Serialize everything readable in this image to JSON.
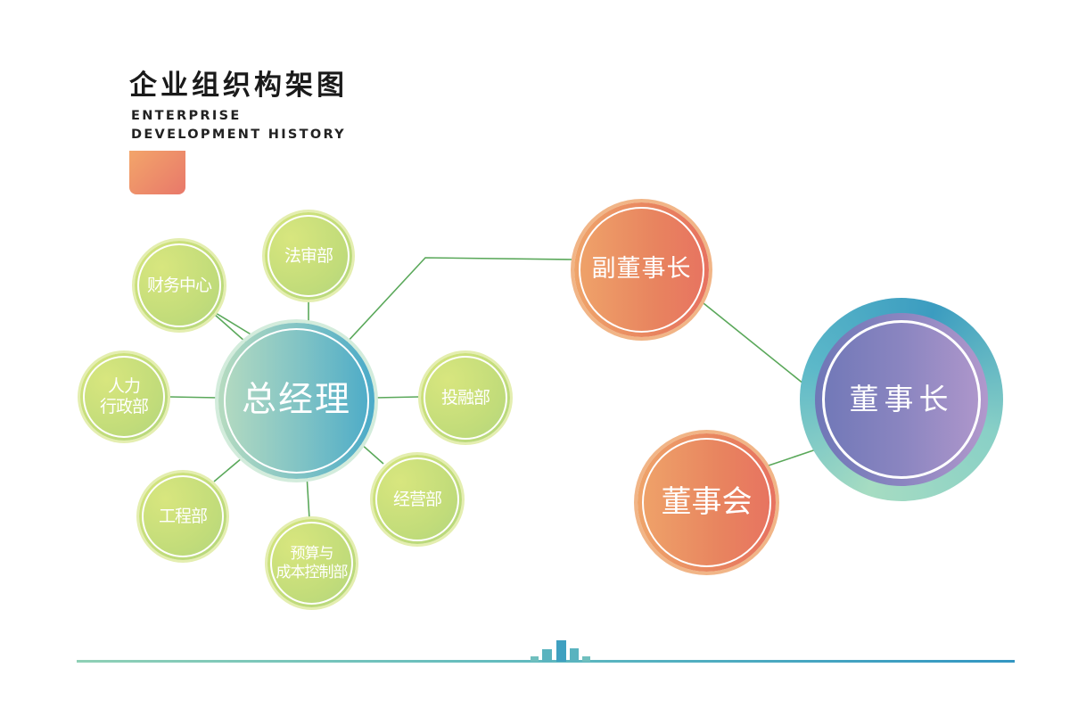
{
  "title": {
    "zh": "企业组织构架图",
    "en_line1": "ENTERPRISE",
    "en_line2": "DEVELOPMENT HISTORY"
  },
  "nodes": {
    "general_manager": "总经理",
    "legal": "法审部",
    "finance": "财务中心",
    "hr_line1": "人力",
    "hr_line2": "行政部",
    "engineering": "工程部",
    "budget_line1": "预算与",
    "budget_line2": "成本控制部",
    "operations": "经营部",
    "investment": "投融部",
    "vice_chairman": "副董事长",
    "chairman": "董事长",
    "board": "董事会"
  },
  "colors": {
    "green_node": "#c6dd79",
    "gm_node": "#7ec2c5",
    "orange_node": "#e8845f",
    "chairman_node": "#8a85c0",
    "link": "#5aa85a",
    "baseline": "#5fb9bf"
  }
}
